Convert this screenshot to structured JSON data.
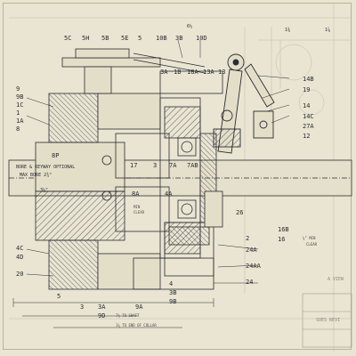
{
  "drawing": {
    "callouts_top": [
      "5C",
      "5H",
      "5B",
      "5E",
      "5",
      "10B",
      "3B",
      "10D"
    ],
    "callouts_top_inner": [
      "3A",
      "1B",
      "18A",
      "13A",
      "13"
    ],
    "callouts_left": [
      "9",
      "9B",
      "1C",
      "1",
      "1A",
      "8",
      "8P",
      "4C",
      "4D",
      "20",
      "5"
    ],
    "callouts_right": [
      "14B",
      "19",
      "14",
      "14C",
      "27A",
      "12"
    ],
    "callouts_lower_right": [
      "26",
      "2",
      "24A",
      "24AA",
      "24",
      "16B",
      "16"
    ],
    "callouts_center": [
      "17",
      "3",
      "7A",
      "7AB",
      "8A",
      "4A"
    ],
    "callouts_bottom": [
      "3",
      "3A",
      "9D",
      "9A",
      "4",
      "3B",
      "9B"
    ],
    "bore_note_line1": "BORE & KEYWAY OPTIONAL",
    "bore_note_line2": "MAX BORE 2¾\"",
    "dim_left_body": "3½\"",
    "min_clear_left_1": "MIN",
    "min_clear_left_2": "CLEAR",
    "min_clear_right_1": "¼\" MIN",
    "min_clear_right_2": "CLEAR",
    "bottom_dim_1": "7¾ TO SHAFT",
    "bottom_dim_2": "1¼ TO END OF COLLAR",
    "top_dims": [
      "6½",
      "1⅜",
      "1⅞"
    ],
    "view_note": "A VIEW",
    "stamp_text": "SOES REVI"
  }
}
